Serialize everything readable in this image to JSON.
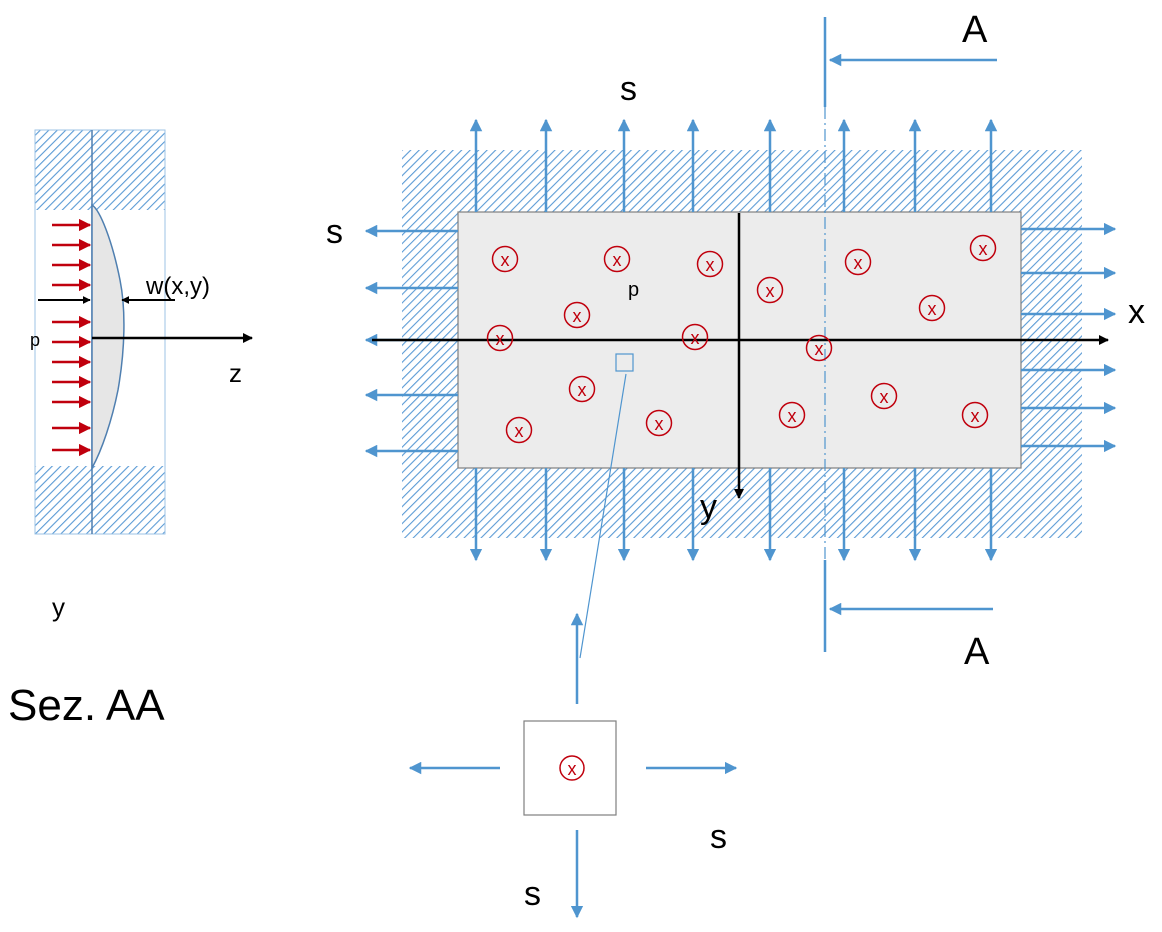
{
  "colors": {
    "blue": "#4f95cf",
    "hatch": "#5b9bd5",
    "red": "#c0000d",
    "plate_fill": "#ececec",
    "axis": "#000000"
  },
  "labels": {
    "section_title": "Sez. AA",
    "section_p": "p",
    "section_w": "w(x,y)",
    "section_z": "z",
    "section_y": "y",
    "plate_p": "p",
    "axis_x": "x",
    "axis_y": "y",
    "s_top": "s",
    "s_left": "s",
    "s_right": "s",
    "s_bottom": "s",
    "cut_top": "A",
    "cut_bottom": "A",
    "pressure_mark": "x"
  },
  "icons": {
    "pressure_marker": "circled-x-icon",
    "stress_arrow": "arrow-icon",
    "hatched_support": "hatch-pattern"
  }
}
